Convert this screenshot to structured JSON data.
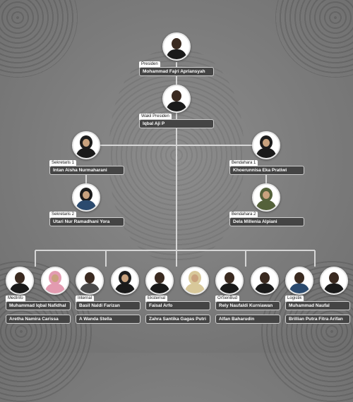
{
  "president": {
    "role": "Presiden",
    "name": "Mohammad Fajri Apriansyah"
  },
  "vice_president": {
    "role": "Wakil Presiden",
    "name": "Iqbal Aji P"
  },
  "secretary_1": {
    "role": "Sekretaris 1",
    "name": "Intan Aisha Nurmaharani"
  },
  "secretary_2": {
    "role": "Sekretaris 2",
    "name": "Utari Nur Ramadhani Yora"
  },
  "treasurer_1": {
    "role": "Bendahara 1",
    "name": "Khoerunnisa Eka Pratiwi"
  },
  "treasurer_2": {
    "role": "Bendahara 2",
    "name": "Dela Millenia Alpiani"
  },
  "divisions": [
    {
      "role": "MedInfo",
      "members": [
        "Muhammad Iqbal Nafidhal",
        "Aretha Namira Carissa"
      ]
    },
    {
      "role": "Internal",
      "members": [
        "Basil Naldi Farizan",
        "A Wanda Stella"
      ]
    },
    {
      "role": "Eksternal",
      "members": [
        "Faisal Arfo",
        "Zahra Santika Gagas Putri"
      ]
    },
    {
      "role": "OrSenBud",
      "members": [
        "Rely Naufaldi Kurniawan",
        "Alfan Baharudin"
      ]
    },
    {
      "role": "Logistik",
      "members": [
        "Muhammad Naufal",
        "Brillian Putra Fitra Arifan"
      ]
    }
  ]
}
